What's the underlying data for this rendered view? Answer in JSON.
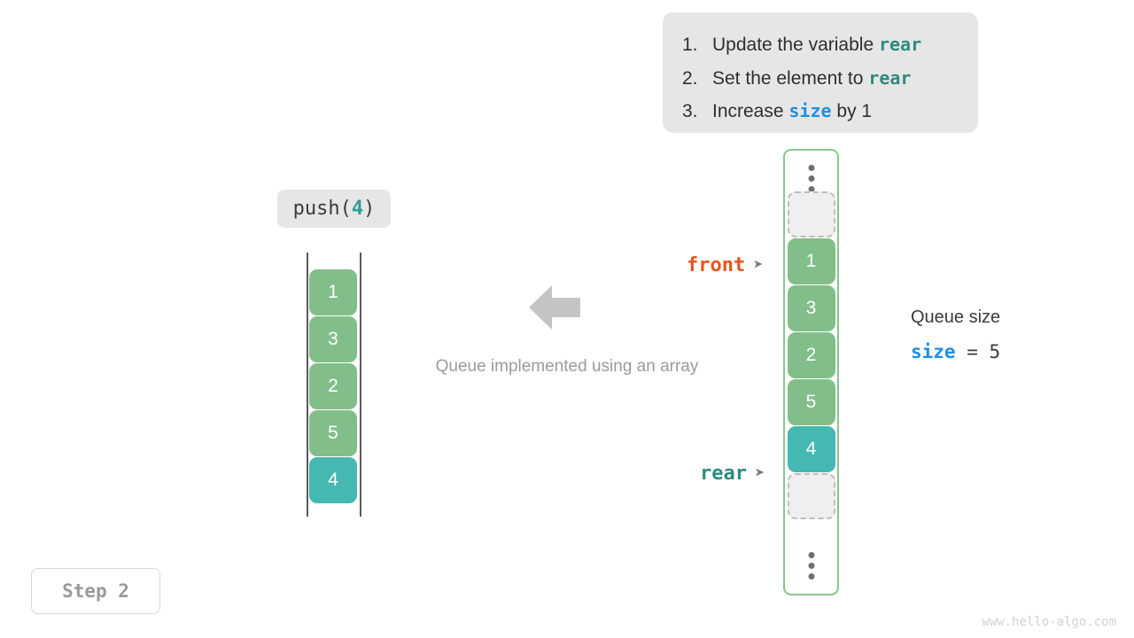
{
  "instructions": {
    "items": [
      {
        "num": "1.",
        "pre": "Update the variable ",
        "keyword": "rear",
        "keyword_color": "teal",
        "post": ""
      },
      {
        "num": "2.",
        "pre": "Set the element to ",
        "keyword": "rear",
        "keyword_color": "teal",
        "post": ""
      },
      {
        "num": "3.",
        "pre": "Increase ",
        "keyword": "size",
        "keyword_color": "blue",
        "post": " by 1"
      }
    ]
  },
  "operation": {
    "name": "push",
    "open_paren": "(",
    "argument": "4",
    "close_paren": ")"
  },
  "left_array": {
    "cells": [
      {
        "value": "1",
        "style": "green"
      },
      {
        "value": "3",
        "style": "green"
      },
      {
        "value": "2",
        "style": "green"
      },
      {
        "value": "5",
        "style": "green"
      },
      {
        "value": "4",
        "style": "teal"
      }
    ]
  },
  "queue": {
    "border_color": "#86c68e",
    "cells": [
      {
        "value": "",
        "style": "empty"
      },
      {
        "value": "1",
        "style": "green"
      },
      {
        "value": "3",
        "style": "green"
      },
      {
        "value": "2",
        "style": "green"
      },
      {
        "value": "5",
        "style": "green"
      },
      {
        "value": "4",
        "style": "teal"
      },
      {
        "value": "",
        "style": "empty"
      }
    ]
  },
  "pointers": {
    "front": {
      "label": "front",
      "arrow": "➤",
      "color": "#e8551d"
    },
    "rear": {
      "label": "rear",
      "arrow": "➤",
      "color": "#2e8b7f"
    }
  },
  "center": {
    "caption": "Queue implemented using an array",
    "arrow_direction": "left",
    "arrow_color": "#c4c4c4"
  },
  "size_info": {
    "title": "Queue size",
    "variable": "size",
    "equals": " = ",
    "value": "5"
  },
  "step_badge": {
    "label": "Step 2"
  },
  "watermark": {
    "text": "www.hello-algo.com"
  },
  "colors": {
    "green": "#82be89",
    "teal": "#45b8b2",
    "panel_bg": "#e6e6e6",
    "empty_cell": "#efefef",
    "keyword_teal": "#2e8b7f",
    "keyword_blue": "#1f8fe0"
  }
}
